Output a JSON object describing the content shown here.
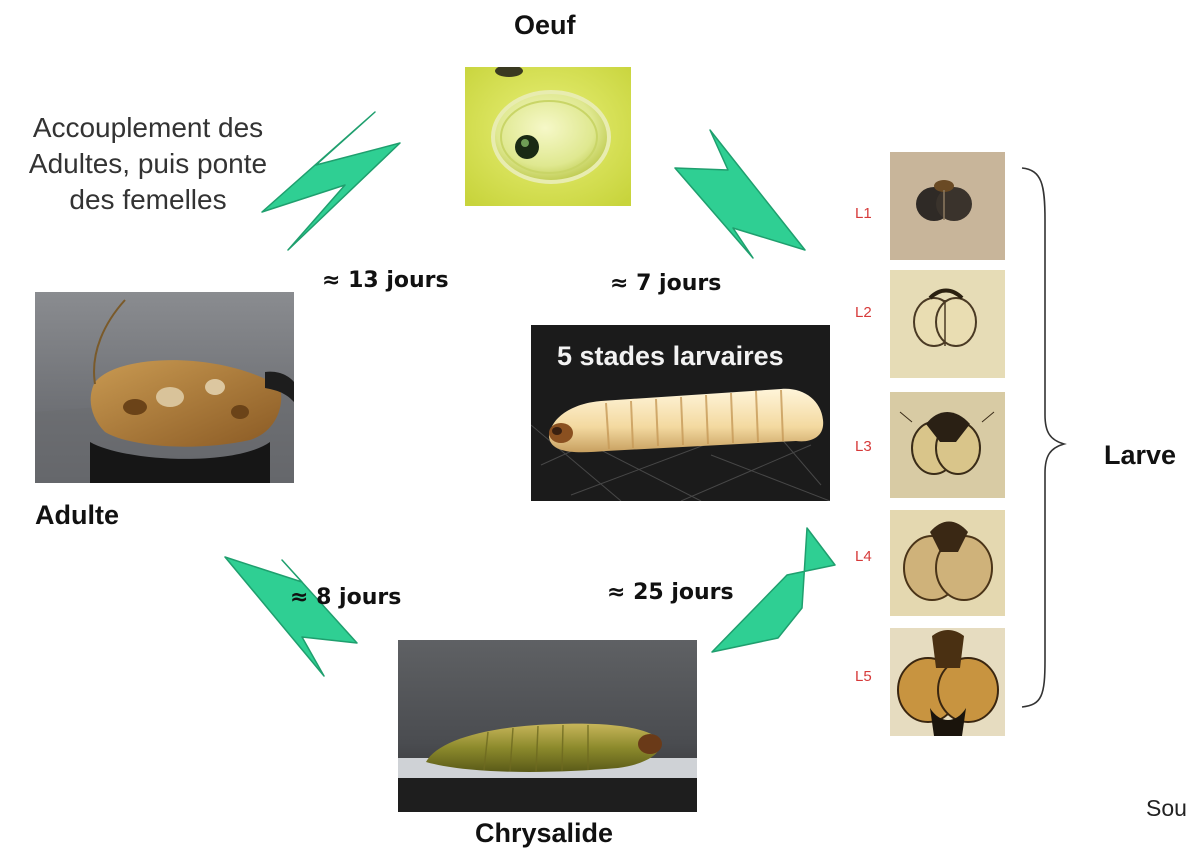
{
  "stages": {
    "egg": {
      "title": "Oeuf"
    },
    "larva": {
      "title": "Larve",
      "photo_caption": "5 stades larvaires"
    },
    "pupa": {
      "title": "Chrysalide"
    },
    "adult": {
      "title": "Adulte"
    }
  },
  "durations": {
    "adult_to_egg": "≈ 13 jours",
    "egg_to_larva": "≈ 7 jours",
    "larva_to_pupa": "≈ 25 jours",
    "pupa_to_adult": "≈ 8 jours"
  },
  "mating_caption": [
    "Accouplement des",
    "Adultes, puis ponte",
    "des femelles"
  ],
  "instars": [
    "L1",
    "L2",
    "L3",
    "L4",
    "L5"
  ],
  "source_text": "Sou",
  "colors": {
    "arrow": "#2fcf93",
    "arrow_stroke": "#1f9f6e",
    "instar_label": "#d63a3a"
  }
}
